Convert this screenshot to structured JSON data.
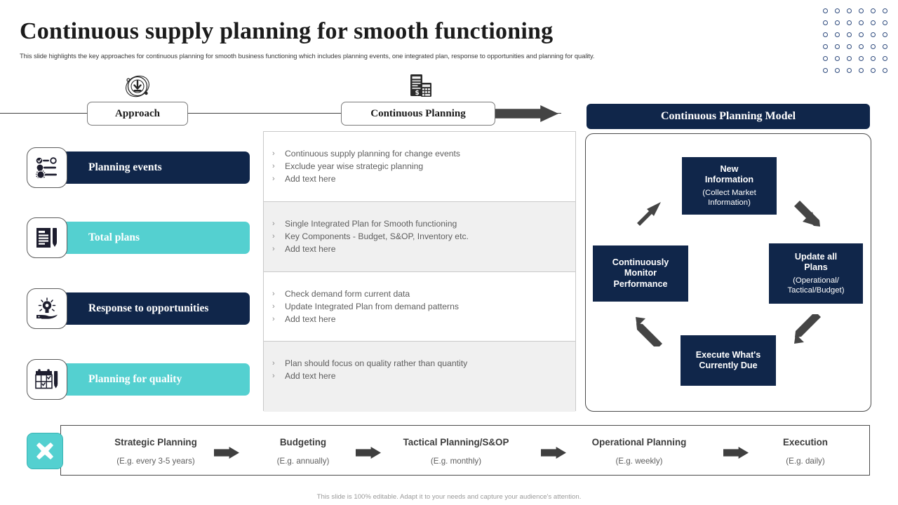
{
  "header": {
    "title": "Continuous supply planning for smooth  functioning",
    "subtitle": "This slide highlights the key approaches for continuous planning for smooth business functioning which includes planning events, one integrated plan, response to opportunities and planning for quality."
  },
  "rail": {
    "approach_label": "Approach",
    "continuous_label": "Continuous Planning"
  },
  "approaches": [
    {
      "label": "Planning events",
      "icon": "sliders-settings-icon",
      "color": "#10264a",
      "style": "navy"
    },
    {
      "label": "Total plans",
      "icon": "document-pencil-icon",
      "color": "#54d0d0",
      "style": "teal"
    },
    {
      "label": "Response to opportunities",
      "icon": "lightbulb-hand-icon",
      "color": "#10264a",
      "style": "navy"
    },
    {
      "label": "Planning for quality",
      "icon": "calendar-check-pen-icon",
      "color": "#54d0d0",
      "style": "teal"
    }
  ],
  "details": [
    {
      "shaded": false,
      "bullets": [
        "Continuous supply planning  for change events",
        "Exclude year wise strategic planning",
        "Add text here"
      ]
    },
    {
      "shaded": true,
      "bullets": [
        "Single Integrated  Plan for Smooth functioning",
        "Key Components - Budget,  S&OP, Inventory  etc.",
        "Add text here"
      ]
    },
    {
      "shaded": false,
      "bullets": [
        "Check demand form current data",
        "Update Integrated  Plan from demand patterns",
        "Add text here"
      ]
    },
    {
      "shaded": true,
      "bullets": [
        "Plan should focus on quality  rather than quantity",
        "Add text here"
      ]
    }
  ],
  "model": {
    "title": "Continuous Planning Model",
    "nodes": [
      {
        "title": "New\nInformation",
        "sub": "(Collect Market\nInformation)"
      },
      {
        "title": "Update all\nPlans",
        "sub": "(Operational/\nTactical/Budget)"
      },
      {
        "title": "Execute What's\nCurrently Due",
        "sub": ""
      },
      {
        "title": "Continuously\nMonitor\nPerformance",
        "sub": ""
      }
    ]
  },
  "timeline": {
    "badge_icon": "cross-x-icon",
    "stages": [
      {
        "name": "Strategic Planning",
        "cadence": "(E.g. every 3-5 years)"
      },
      {
        "name": "Budgeting",
        "cadence": "(E.g. annually)"
      },
      {
        "name": "Tactical Planning/S&OP",
        "cadence": "(E.g. monthly)"
      },
      {
        "name": "Operational Planning",
        "cadence": "(E.g. weekly)"
      },
      {
        "name": "Execution",
        "cadence": "(E.g. daily)"
      }
    ]
  },
  "footer": {
    "note": "This slide is 100% editable. Adapt it to your needs and capture your audience's attention."
  },
  "theme": {
    "navy": "#10264a",
    "teal": "#54d0d0",
    "arrow_gray": "#3f3f3f",
    "shade_gray": "#f0f0f0"
  }
}
